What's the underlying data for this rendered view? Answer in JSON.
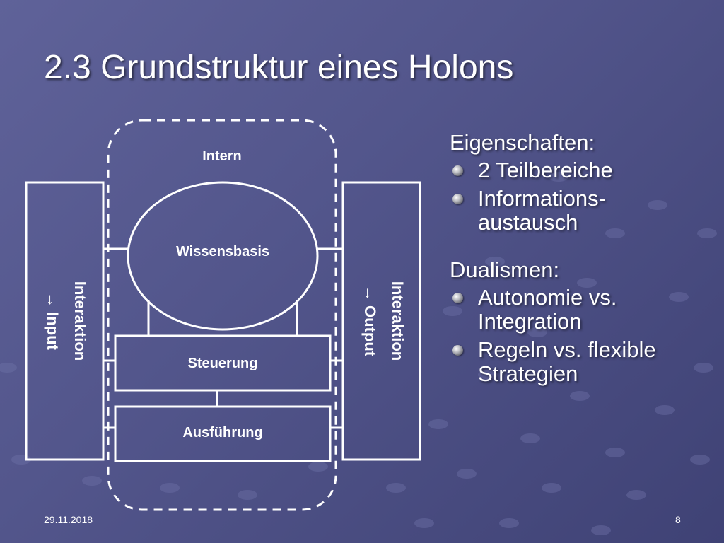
{
  "slide": {
    "title": "2.3 Grundstruktur eines Holons",
    "footer_date": "29.11.2018",
    "page_number": "8"
  },
  "diagram": {
    "intern_label": "Intern",
    "wissensbasis_label": "Wissensbasis",
    "steuerung_label": "Steuerung",
    "ausfuehrung_label": "Ausführung",
    "left_panel_line1": "Interaktion",
    "left_panel_line2": "→ Input",
    "right_panel_line1": "Interaktion",
    "right_panel_line2": "→ Output"
  },
  "content": {
    "section1_heading": "Eigenschaften:",
    "section1_items": [
      "2 Teilbereiche",
      "Informations- austausch"
    ],
    "section2_heading": "Dualismen:",
    "section2_items": [
      "Autonomie vs. Integration",
      "Regeln vs. flexible Strategien"
    ]
  }
}
